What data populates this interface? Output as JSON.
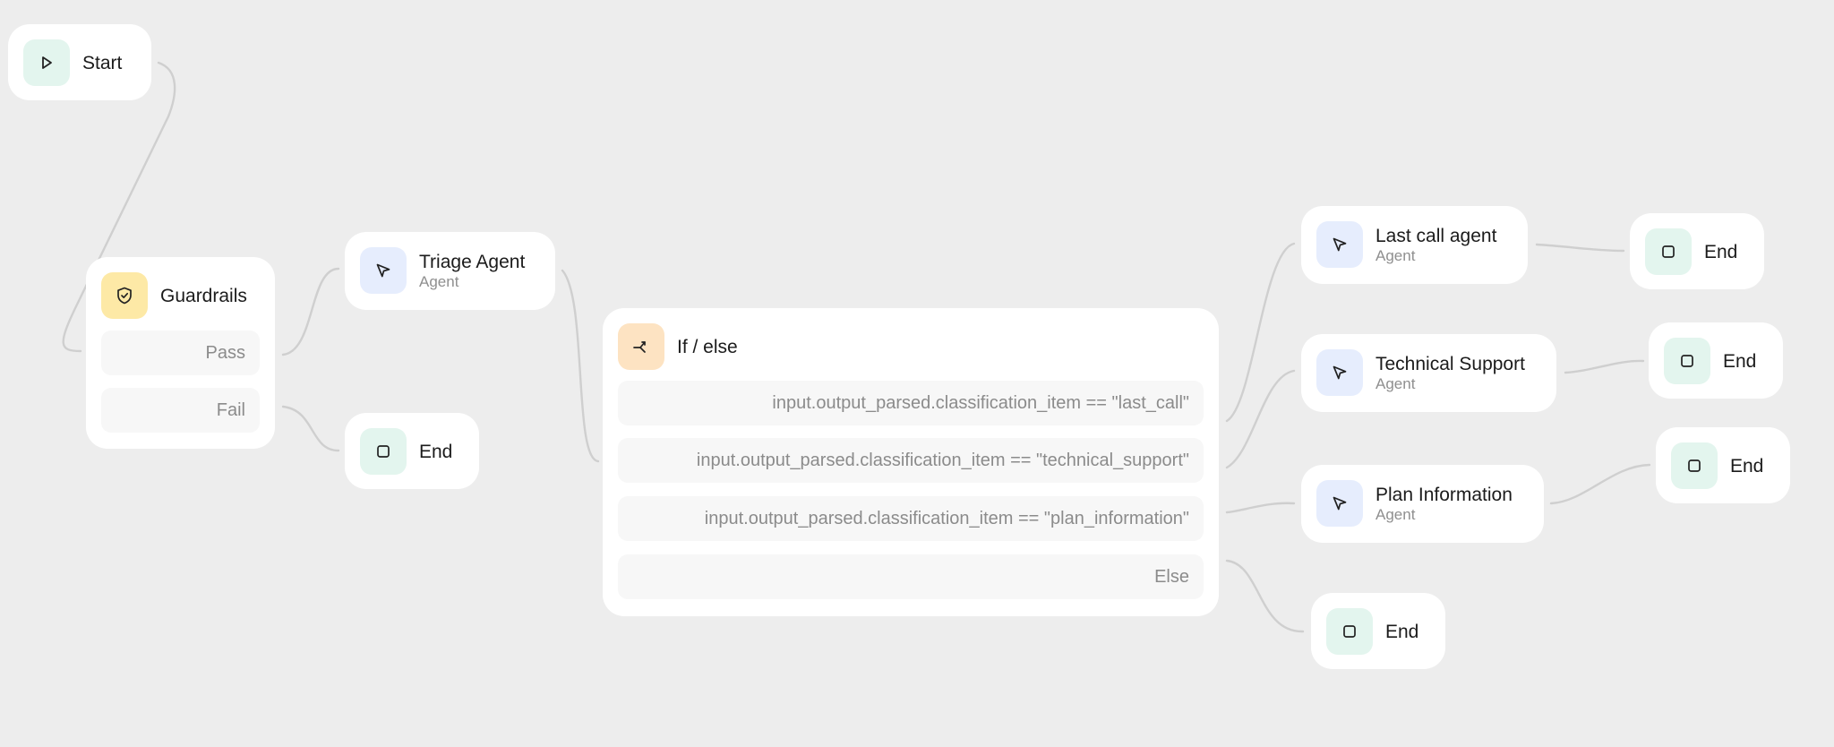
{
  "nodes": {
    "start": {
      "title": "Start",
      "icon": "play-icon"
    },
    "guardrails": {
      "title": "Guardrails",
      "icon": "shield-check-icon",
      "branches": [
        "Pass",
        "Fail"
      ]
    },
    "triage": {
      "title": "Triage Agent",
      "subtitle": "Agent",
      "icon": "cursor-icon"
    },
    "end_fail": {
      "title": "End",
      "icon": "stop-icon"
    },
    "ifelse": {
      "title": "If / else",
      "icon": "branch-icon",
      "conditions": [
        "input.output_parsed.classification_item == \"last_call\"",
        "input.output_parsed.classification_item == \"technical_support\"",
        "input.output_parsed.classification_item == \"plan_information\"",
        "Else"
      ]
    },
    "last_call": {
      "title": "Last call agent",
      "subtitle": "Agent",
      "icon": "cursor-icon"
    },
    "tech_support": {
      "title": "Technical Support",
      "subtitle": "Agent",
      "icon": "cursor-icon"
    },
    "plan_info": {
      "title": "Plan Information",
      "subtitle": "Agent",
      "icon": "cursor-icon"
    },
    "end_last_call": {
      "title": "End",
      "icon": "stop-icon"
    },
    "end_tech": {
      "title": "End",
      "icon": "stop-icon"
    },
    "end_plan": {
      "title": "End",
      "icon": "stop-icon"
    },
    "end_else": {
      "title": "End",
      "icon": "stop-icon"
    }
  },
  "colors": {
    "canvas": "#ededed",
    "edge": "#cfcfcf",
    "start_end_icon_bg": "#e3f5ee",
    "agent_icon_bg": "#e6edfd",
    "guardrails_icon_bg": "#fde9a6",
    "ifelse_icon_bg": "#fde3c2"
  }
}
